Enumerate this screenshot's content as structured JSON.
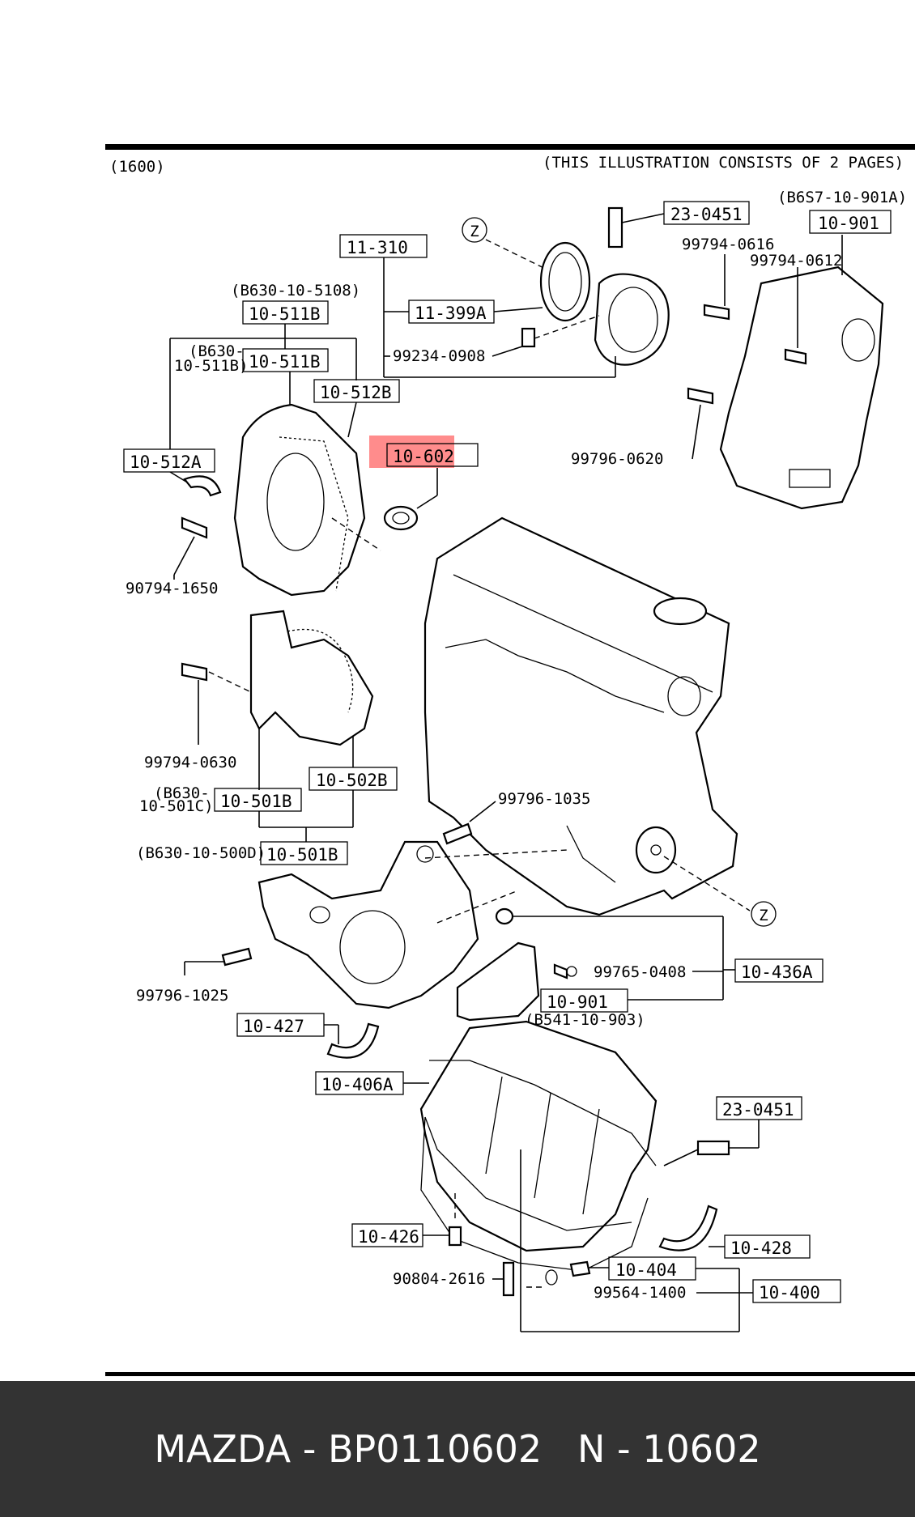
{
  "header": {
    "variant": "(1600)",
    "note": "(THIS ILLUSTRATION CONSISTS OF  2 PAGES)"
  },
  "part_labels": {
    "p23_0451_top": "23-0451",
    "p10_901_top_ref": "(B6S7-10-901A)",
    "p10_901_top": "10-901",
    "p99794_0616": "99794-0616",
    "p99794_0612": "99794-0612",
    "p11_310": "11-310",
    "p11_399A": "11-399A",
    "p99234_0908": "99234-0908",
    "p10_511B_ref1": "(B630-10-5108)",
    "p10_511B_1": "10-511B",
    "p10_511B_ref2a": "(B630-",
    "p10_511B_ref2b": "10-511B)",
    "p10_511B_2": "10-511B",
    "p10_512B": "10-512B",
    "p10_512A": "10-512A",
    "p10_602": "10-602",
    "p99796_0620": "99796-0620",
    "p90794_1650": "90794-1650",
    "p99794_0630": "99794-0630",
    "p10_502B": "10-502B",
    "p10_501C_ref_a": "(B630-",
    "p10_501C_ref_b": "10-501C)",
    "p10_501B_1": "10-501B",
    "p10_500D_ref": "(B630-10-500D)",
    "p10_501B_2": "10-501B",
    "p99796_1035": "99796-1035",
    "p99796_1025": "99796-1025",
    "p99765_0408": "99765-0408",
    "p10_436A": "10-436A",
    "p10_901_bottom": "10-901",
    "p10_901_bottom_ref": "(B541-10-903)",
    "p10_427": "10-427",
    "p10_406A": "10-406A",
    "p23_0451_bottom": "23-0451",
    "p10_426": "10-426",
    "p10_428": "10-428",
    "p90804_2616": "90804-2616",
    "p10_404": "10-404",
    "p99564_1400": "99564-1400",
    "p10_400": "10-400",
    "z_marker_top": "Z",
    "z_marker_bottom": "Z"
  },
  "highlight": {
    "part": "10-602",
    "color": "#ff0000"
  },
  "footer": {
    "text": "MAZDA - BP0110602   N - 10602"
  }
}
